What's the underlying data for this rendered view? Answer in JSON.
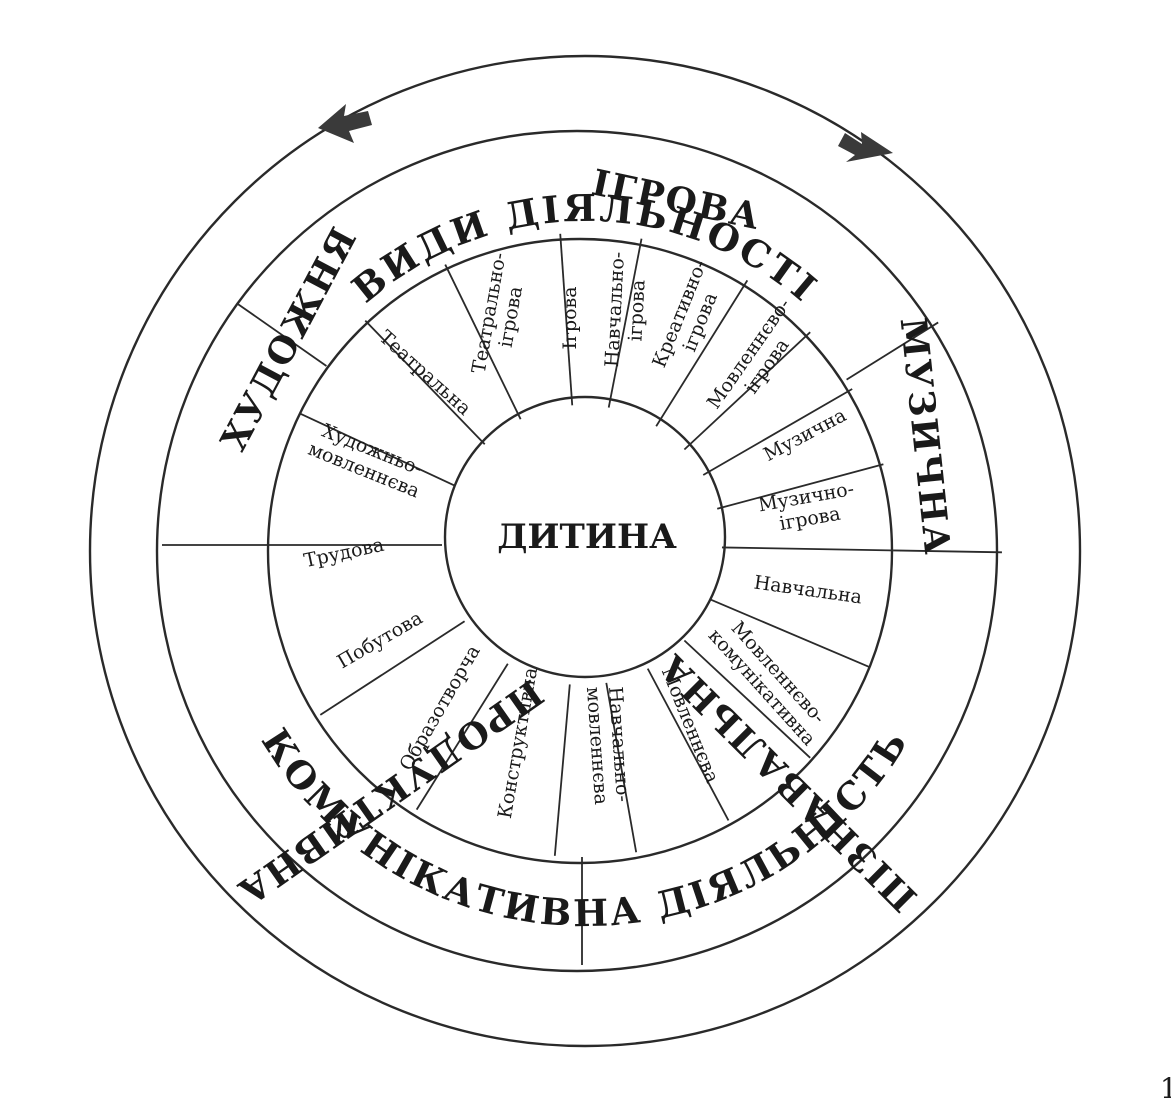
{
  "top_title": "ВИДИ ДІЯЛЬНОСТІ",
  "bottom_title": "КОМУНІКАТИВНА ДІЯЛЬНІСТЬ",
  "center": "ДИТИНА",
  "page_number": "1",
  "categories": [
    {
      "id": "igrova",
      "label": "ІГРОВА"
    },
    {
      "id": "muzychna",
      "label": "МУЗИЧНА"
    },
    {
      "id": "piznavalna",
      "label": "ПІЗНАВАЛЬНА"
    },
    {
      "id": "produktyvna",
      "label": "ПРОДУКТИВНА"
    },
    {
      "id": "khudozhnia",
      "label": "ХУДОЖНЯ"
    }
  ],
  "activities": [
    {
      "lines": [
        "Театрально-",
        "ігрова"
      ]
    },
    {
      "lines": [
        "Ігрова"
      ]
    },
    {
      "lines": [
        "Навчально-",
        "ігрова"
      ]
    },
    {
      "lines": [
        "Креативно-",
        "ігрова"
      ]
    },
    {
      "lines": [
        "Мовленнєво-",
        "ігрова"
      ]
    },
    {
      "lines": [
        "Музична"
      ]
    },
    {
      "lines": [
        "Музично-",
        "ігрова"
      ]
    },
    {
      "lines": [
        "Навчальна"
      ]
    },
    {
      "lines": [
        "Мовленнєво-",
        "комунікативна"
      ]
    },
    {
      "lines": [
        "Мовленнєва"
      ]
    },
    {
      "lines": [
        "Навчально-",
        "мовленнєва"
      ]
    },
    {
      "lines": [
        "Конструктивна"
      ]
    },
    {
      "lines": [
        "Образотворча"
      ]
    },
    {
      "lines": [
        "Побутова"
      ]
    },
    {
      "lines": [
        "Трудова"
      ]
    },
    {
      "lines": [
        "Художньо-",
        "мовленнєва"
      ]
    },
    {
      "lines": [
        "Театральна"
      ]
    }
  ]
}
